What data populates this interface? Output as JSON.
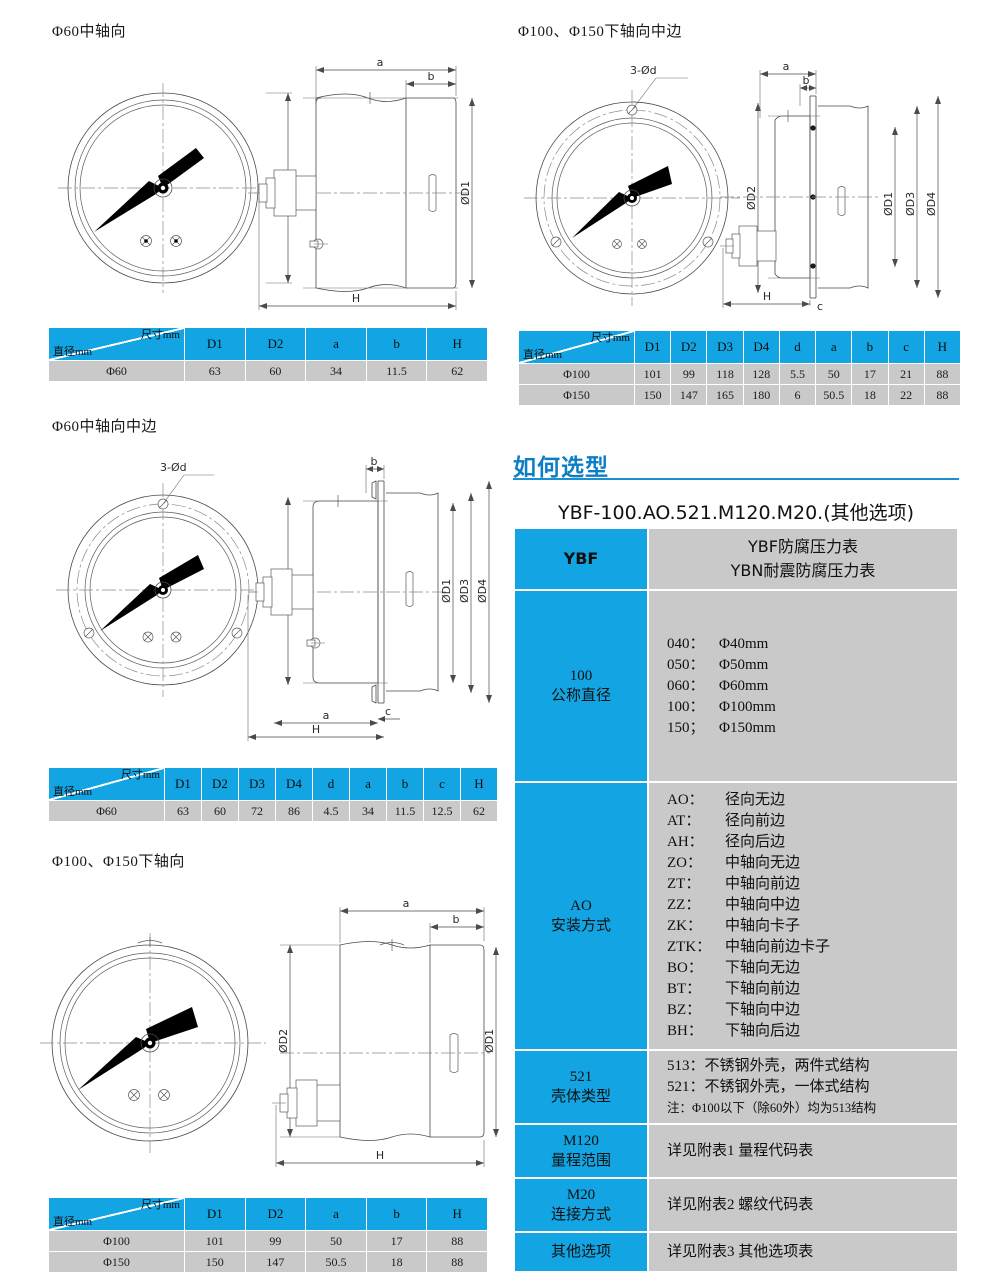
{
  "sections": {
    "fig1_caption": "Φ60中轴向",
    "fig2_caption": "Φ100、Φ150下轴向中边",
    "fig3_caption": "Φ60中轴向中边",
    "fig4_caption": "Φ100、Φ150下轴向"
  },
  "drawing_labels": {
    "d1": "ØD1",
    "d2": "ØD2",
    "d3": "ØD3",
    "d4": "ØD4",
    "a": "a",
    "b": "b",
    "c": "c",
    "h": "H",
    "holes": "3-Ød"
  },
  "tables": {
    "t1": {
      "corner_top": "尺寸mm",
      "corner_bottom": "直径mm",
      "headers": [
        "D1",
        "D2",
        "a",
        "b",
        "H"
      ],
      "rows": [
        {
          "label": "Φ60",
          "values": [
            "63",
            "60",
            "34",
            "11.5",
            "62"
          ]
        }
      ]
    },
    "t2": {
      "corner_top": "尺寸mm",
      "corner_bottom": "直径mm",
      "headers": [
        "D1",
        "D2",
        "D3",
        "D4",
        "d",
        "a",
        "b",
        "c",
        "H"
      ],
      "rows": [
        {
          "label": "Φ100",
          "values": [
            "101",
            "99",
            "118",
            "128",
            "5.5",
            "50",
            "17",
            "21",
            "88"
          ]
        },
        {
          "label": "Φ150",
          "values": [
            "150",
            "147",
            "165",
            "180",
            "6",
            "50.5",
            "18",
            "22",
            "88"
          ]
        }
      ]
    },
    "t3": {
      "corner_top": "尺寸mm",
      "corner_bottom": "直径mm",
      "headers": [
        "D1",
        "D2",
        "D3",
        "D4",
        "d",
        "a",
        "b",
        "c",
        "H"
      ],
      "rows": [
        {
          "label": "Φ60",
          "values": [
            "63",
            "60",
            "72",
            "86",
            "4.5",
            "34",
            "11.5",
            "12.5",
            "62"
          ]
        }
      ]
    },
    "t4": {
      "corner_top": "尺寸mm",
      "corner_bottom": "直径mm",
      "headers": [
        "D1",
        "D2",
        "a",
        "b",
        "H"
      ],
      "rows": [
        {
          "label": "Φ100",
          "values": [
            "101",
            "99",
            "50",
            "17",
            "88"
          ]
        },
        {
          "label": "Φ150",
          "values": [
            "150",
            "147",
            "50.5",
            "18",
            "88"
          ]
        }
      ]
    }
  },
  "how_to_select": {
    "title": "如何选型",
    "model_string": "YBF-100.AO.521.M120.M20.(其他选项)",
    "rows": [
      {
        "key": "YBF",
        "key_sub": "",
        "value_lines": [
          "YBF防腐压力表",
          "YBN耐震防腐压力表"
        ],
        "centered": true,
        "sans": true
      },
      {
        "key": "100",
        "key_sub": "公称直径",
        "value_codes": [
          {
            "code": "040：",
            "text": "Φ40mm"
          },
          {
            "code": "050：",
            "text": "Φ50mm"
          },
          {
            "code": "060：",
            "text": "Φ60mm"
          },
          {
            "code": "100：",
            "text": "Φ100mm"
          },
          {
            "code": "150；",
            "text": "Φ150mm"
          }
        ]
      },
      {
        "key": "AO",
        "key_sub": "安装方式",
        "value_codes": [
          {
            "code": "AO：",
            "text": "径向无边"
          },
          {
            "code": "AT：",
            "text": "径向前边"
          },
          {
            "code": "AH：",
            "text": "径向后边"
          },
          {
            "code": "ZO：",
            "text": "中轴向无边"
          },
          {
            "code": "ZT：",
            "text": "中轴向前边"
          },
          {
            "code": "ZZ：",
            "text": "中轴向中边"
          },
          {
            "code": "ZK：",
            "text": "中轴向卡子"
          },
          {
            "code": "ZTK：",
            "text": "中轴向前边卡子"
          },
          {
            "code": "BO：",
            "text": "下轴向无边"
          },
          {
            "code": "BT：",
            "text": "下轴向前边"
          },
          {
            "code": "BZ：",
            "text": "下轴向中边"
          },
          {
            "code": "BH：",
            "text": "下轴向后边"
          }
        ]
      },
      {
        "key": "521",
        "key_sub": "壳体类型",
        "value_lines": [
          "513：不锈钢外壳，两件式结构",
          "521：不锈钢外壳，一体式结构",
          "注：Φ100以下（除60外）均为513结构"
        ]
      },
      {
        "key": "M120",
        "key_sub": "量程范围",
        "value_lines": [
          "详见附表1 量程代码表"
        ]
      },
      {
        "key": "M20",
        "key_sub": "连接方式",
        "value_lines": [
          "详见附表2 螺纹代码表"
        ]
      },
      {
        "key": "其他选项",
        "key_sub": "",
        "value_lines": [
          "详见附表3 其他选项表"
        ]
      }
    ]
  },
  "colors": {
    "header_blue": "#13a5e3",
    "row_gray": "#c9c9c9",
    "accent_blue": "#0c7fc4"
  }
}
